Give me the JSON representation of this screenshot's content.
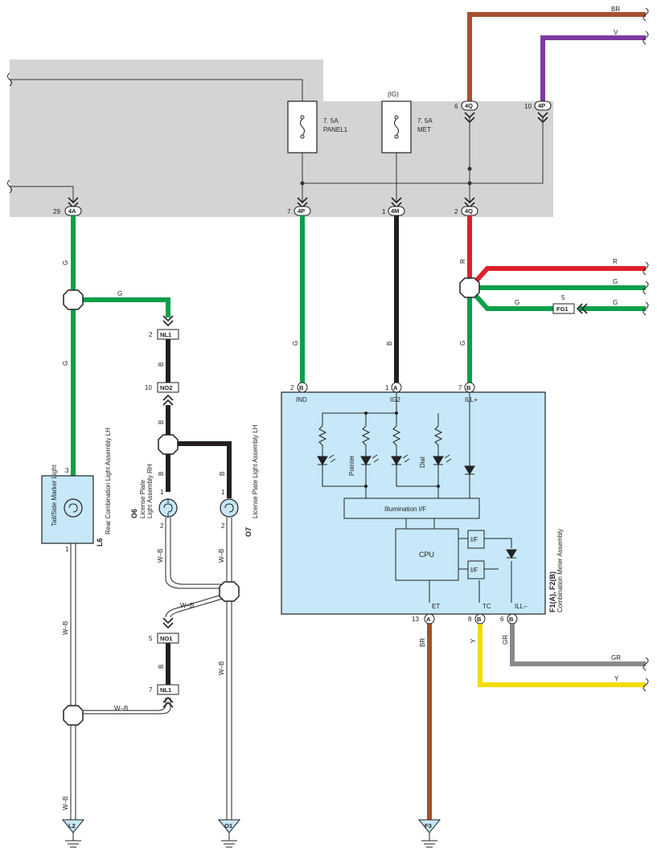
{
  "fuse_panel": {
    "fuse1": {
      "rating": "7. 5A",
      "name": "PANEL1"
    },
    "fuse2": {
      "rating": "7. 5A",
      "name": "MET",
      "group": "(IG)"
    }
  },
  "connectors": {
    "c_4Q_top": {
      "code": "4Q",
      "pin": "6"
    },
    "c_4P_top": {
      "code": "4P",
      "pin": "10"
    },
    "c_4A": {
      "code": "4A",
      "pin": "29"
    },
    "c_4P": {
      "code": "4P",
      "pin": "7"
    },
    "c_4M": {
      "code": "4M",
      "pin": "1"
    },
    "c_4Q": {
      "code": "4Q",
      "pin": "2"
    },
    "nl1_top": {
      "code": "NL1",
      "pin": "2"
    },
    "no2": {
      "code": "NO2",
      "pin": "10"
    },
    "no1": {
      "code": "NO1",
      "pin": "5"
    },
    "nl1_bot": {
      "code": "NL1",
      "pin": "7"
    },
    "fg1": {
      "code": "FG1",
      "pin": "5"
    }
  },
  "wires": {
    "br": "BR",
    "v": "V",
    "g": "G",
    "b": "B",
    "r": "R",
    "wb": "W–B",
    "y": "Y",
    "gr": "GR"
  },
  "meter": {
    "pins": {
      "ind": {
        "pin": "2",
        "conn": "B",
        "name": "IND"
      },
      "ig2": {
        "pin": "1",
        "conn": "A",
        "name": "IG2"
      },
      "ill_plus": {
        "pin": "7",
        "conn": "B",
        "name": "ILL+"
      },
      "et": {
        "pin": "13",
        "conn": "A",
        "name": "ET"
      },
      "tc": {
        "pin": "8",
        "conn": "B",
        "name": "TC"
      },
      "ill_minus": {
        "pin": "6",
        "conn": "B",
        "name": "ILL–"
      }
    },
    "pointer": "Pointer",
    "dial": "Dial",
    "illumination": "Illumination I/F",
    "cpu": "CPU",
    "if1": "I/F",
    "if2": "I/F",
    "id": "F1(A), F2(B)",
    "title": "Combination Meter Assembly"
  },
  "lamps": {
    "l6": {
      "id": "L6",
      "title": "Rear Combination Light Assembly LH",
      "bulb": "Tail/Side Marker Light",
      "pin_top": "3",
      "pin_bot": "1"
    },
    "o6": {
      "id": "O6",
      "title1": "License Plate",
      "title2": "Light Assembly RH",
      "pin_top": "1",
      "pin_bot": "2"
    },
    "o7": {
      "id": "O7",
      "title": "License Plate Light Assembly LH",
      "pin_top": "1",
      "pin_bot": "2"
    }
  },
  "grounds": {
    "l2": "L2",
    "o1": "O1",
    "f3": "F3"
  },
  "colors": {
    "green": "#0aa04a",
    "black": "#231f20",
    "red": "#e0202a",
    "brown": "#a5502f",
    "violet": "#7b3aa2",
    "yellow": "#f4dc00",
    "gray": "#8a8a8a",
    "panel": "#d4d4d6",
    "meter": "#c6e8f8"
  }
}
